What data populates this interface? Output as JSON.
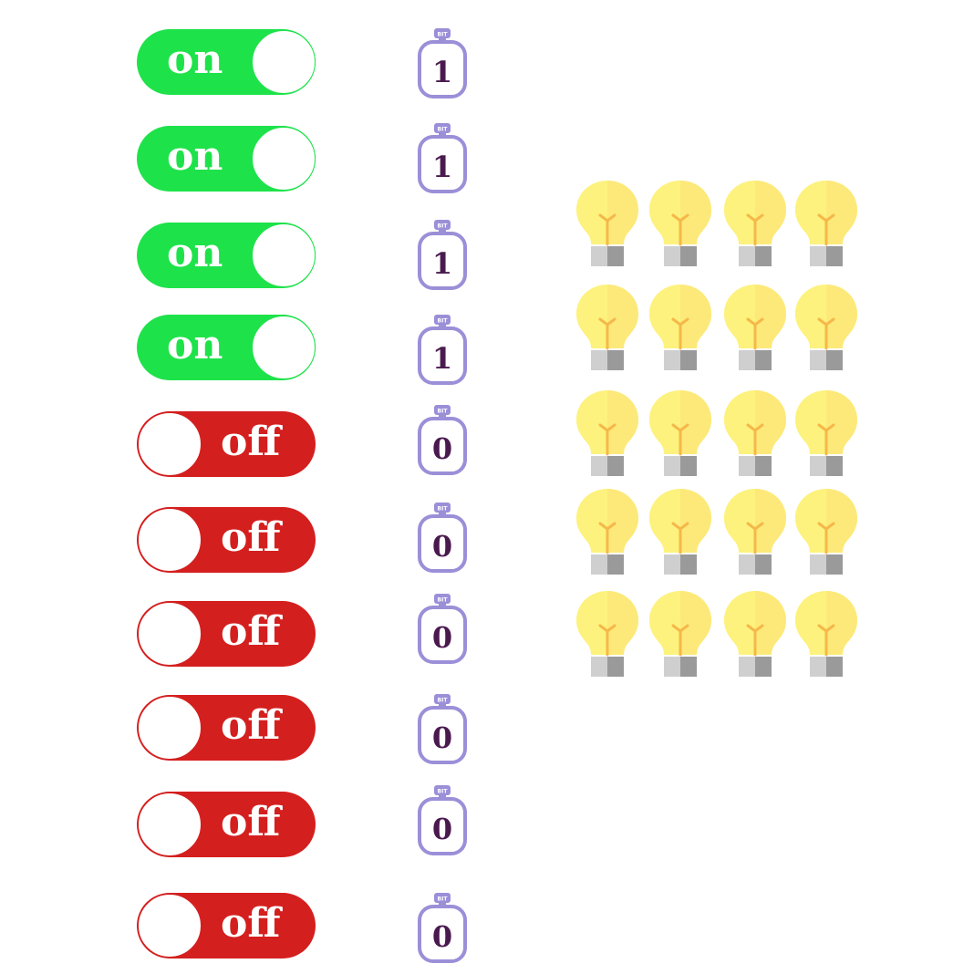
{
  "switches": [
    {
      "state": "on",
      "label": "on",
      "bit": "1"
    },
    {
      "state": "on",
      "label": "on",
      "bit": "1"
    },
    {
      "state": "on",
      "label": "on",
      "bit": "1"
    },
    {
      "state": "on",
      "label": "on",
      "bit": "1"
    },
    {
      "state": "off",
      "label": "off",
      "bit": "0"
    },
    {
      "state": "off",
      "label": "off",
      "bit": "0"
    },
    {
      "state": "off",
      "label": "off",
      "bit": "0"
    },
    {
      "state": "off",
      "label": "off",
      "bit": "0"
    },
    {
      "state": "off",
      "label": "off",
      "bit": "0"
    },
    {
      "state": "off",
      "label": "off",
      "bit": "0"
    }
  ],
  "bit_cap_text": "BIT",
  "bulb_grid": {
    "rows": 5,
    "columns": 4,
    "icon": "light-bulb-icon"
  },
  "colors": {
    "on": "#1ee24a",
    "off": "#d41f1f",
    "bit_outline": "#9b8fd8",
    "bit_text": "#4a1a4f",
    "bulb_light": "#fdf27d",
    "bulb_shade": "#fde97a",
    "bulb_filament": "#f5b84a",
    "bulb_base_light": "#cfcfcf",
    "bulb_base_dark": "#9a9a9a"
  }
}
